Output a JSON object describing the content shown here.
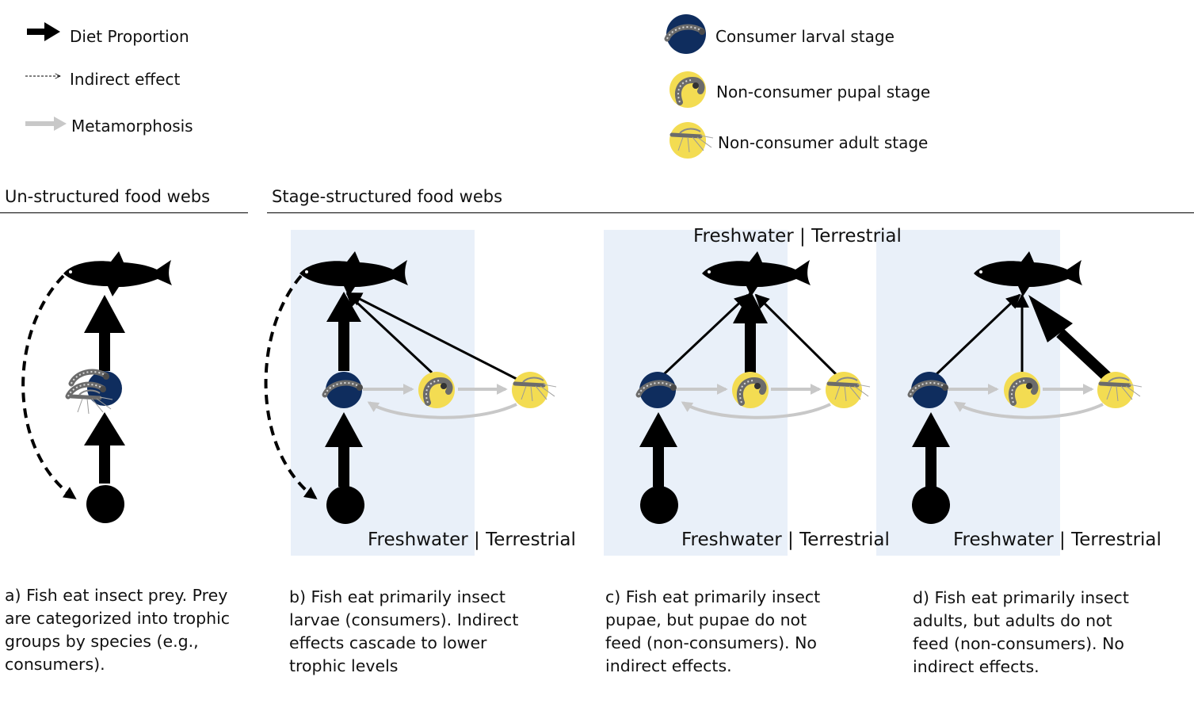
{
  "legend": {
    "diet": "Diet Proportion",
    "indirect": "Indirect effect",
    "metamorphosis": "Metamorphosis",
    "larval": "Consumer larval stage",
    "pupal": "Non-consumer pupal stage",
    "adult": "Non-consumer adult stage"
  },
  "headers": {
    "unstructured": "Un-structured food webs",
    "structured": "Stage-structured food webs"
  },
  "regions": {
    "b": "Freshwater | Terrestrial",
    "c_top": "Freshwater | Terrestrial",
    "c": "Freshwater | Terrestrial",
    "d": "Freshwater | Terrestrial"
  },
  "captions": {
    "a": "a) Fish eat insect prey.  Prey are categorized into trophic groups by species (e.g., consumers).",
    "b": "b) Fish eat primarily insect larvae (consumers). Indirect effects cascade to lower trophic levels",
    "c": "c) Fish eat primarily insect pupae, but pupae do not feed (non-consumers). No indirect effects.",
    "d": "d) Fish eat primarily insect adults, but adults do not feed (non-consumers). No indirect effects."
  },
  "colors": {
    "consumer": "#0f2d5e",
    "non_consumer": "#f3dc52",
    "metamorphosis_arrow": "#cccccc",
    "panel_background": "#e9f0f9"
  },
  "icons": [
    "fish-icon",
    "larva-icon",
    "pupa-icon",
    "adult-insect-icon",
    "basal-resource-node"
  ]
}
